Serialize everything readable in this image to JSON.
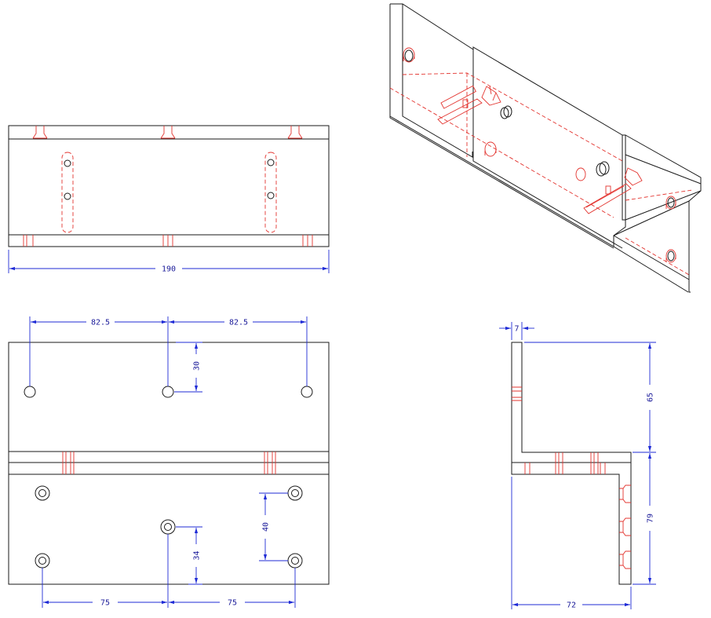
{
  "colors": {
    "outline": "#1a1a1a",
    "hidden_lines": "#e3342f",
    "dimensions": "#1f2bd6",
    "background": "#ffffff"
  },
  "dimensions": {
    "overall_length": "190",
    "hole_pitch_left": "82.5",
    "hole_pitch_right": "82.5",
    "top_hole_offset": "30",
    "bottom_pitch_left": "75",
    "bottom_pitch_right": "75",
    "vertical_hole_spacing": "40",
    "bottom_hole_offset": "34",
    "thickness": "7",
    "upper_height": "65",
    "lower_height": "79",
    "base_width": "72"
  }
}
